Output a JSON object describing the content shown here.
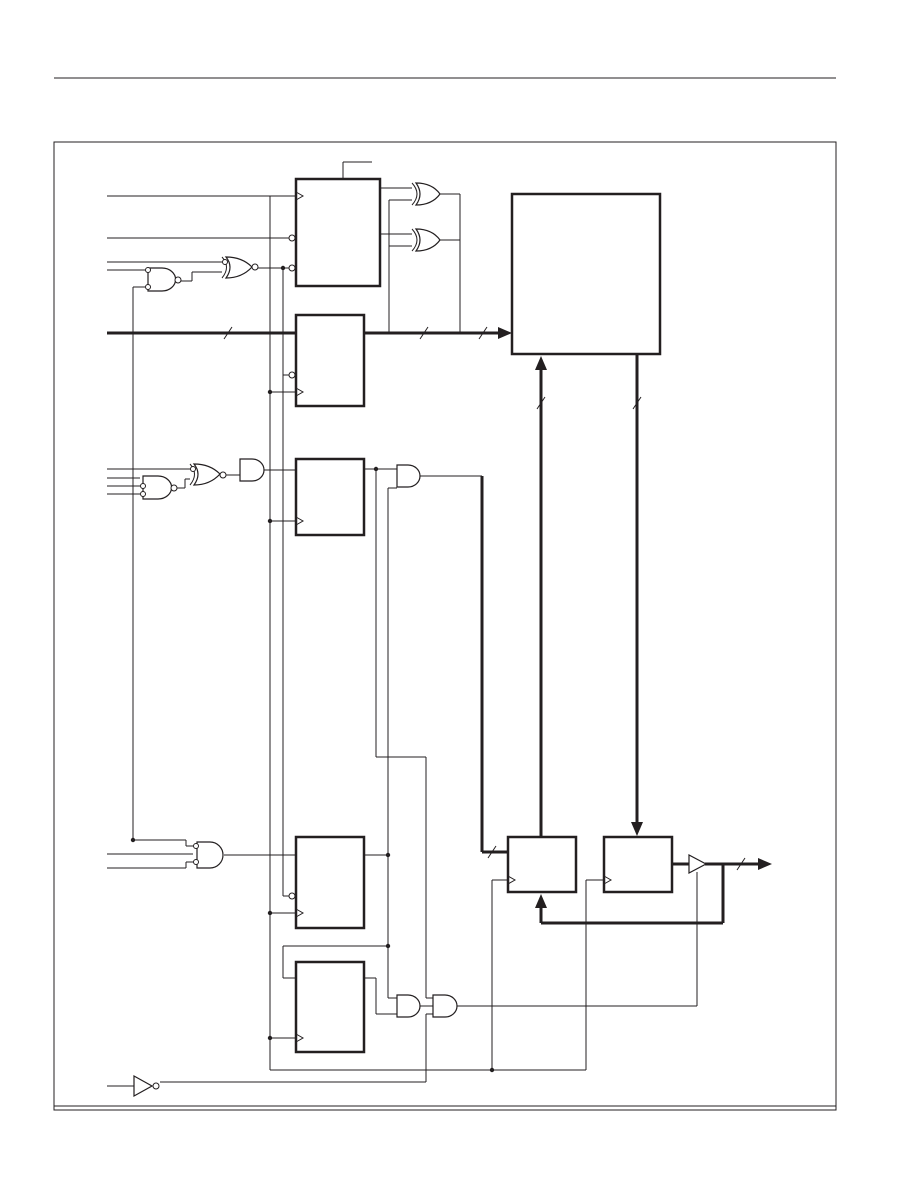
{
  "diagram": {
    "type": "logic block diagram",
    "text_labels": [],
    "blocks": [
      "register-top",
      "register-bus",
      "register-mid",
      "memory-array",
      "register-bottom-1",
      "register-bottom-2",
      "block-input",
      "block-output"
    ],
    "gates": {
      "xor": 4,
      "nand": 3,
      "and": 5,
      "inverter": 1,
      "output_buffer": 1
    },
    "colors": {
      "ink": "#231f20",
      "paper": "#ffffff"
    }
  }
}
